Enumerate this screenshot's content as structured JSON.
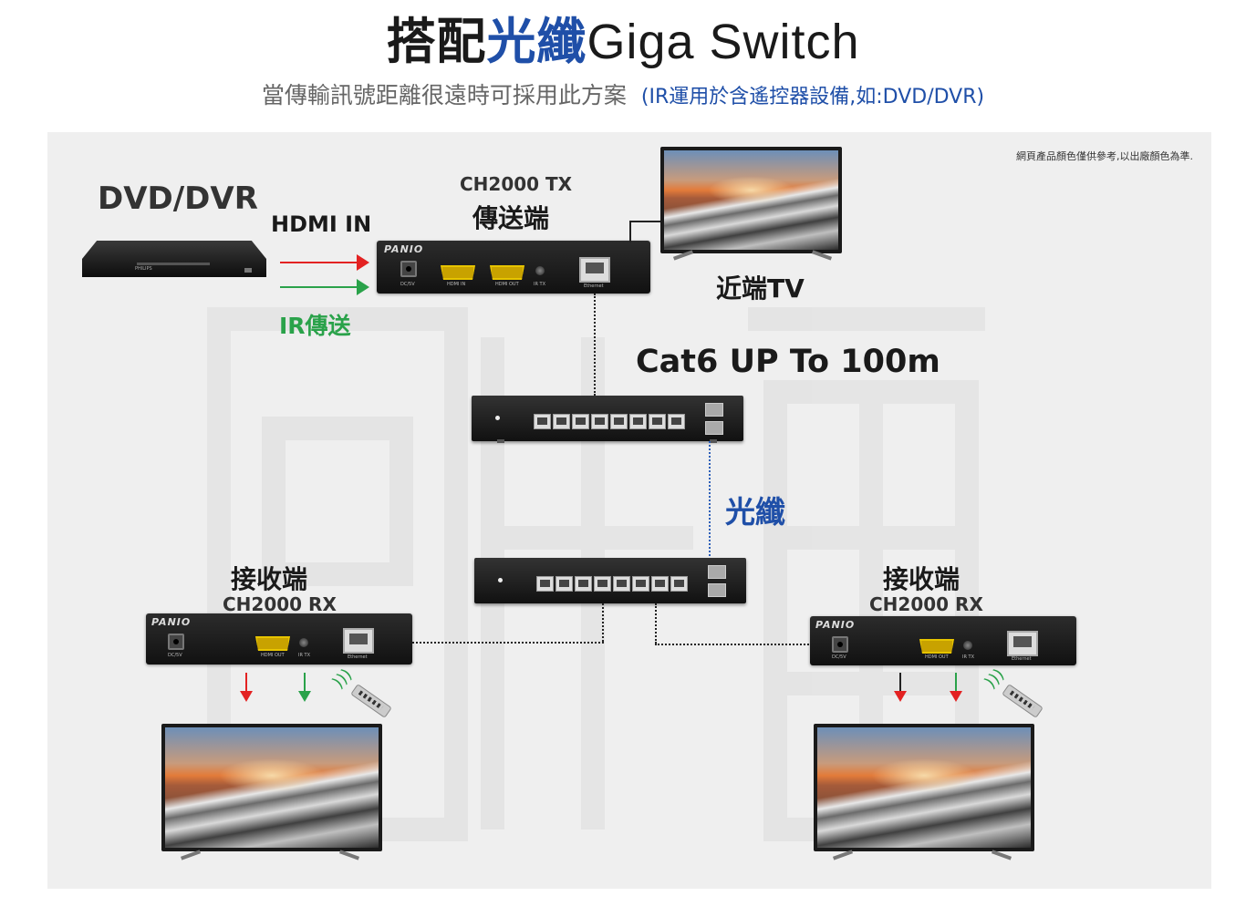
{
  "header": {
    "title_part1": "搭配",
    "title_part2": "光纖",
    "title_part3": "Giga Switch",
    "subtitle": "當傳輸訊號距離很遠時可採用此方案",
    "subtitle_note": "(IR運用於含遙控器設備,如:DVD/DVR)"
  },
  "disclaimer": "網頁產品顏色僅供參考,以出廠顏色為準.",
  "source": {
    "label": "DVD/DVR",
    "player_brand": "PHILIPS"
  },
  "signals": {
    "hdmi_in": "HDMI IN",
    "ir_send": "IR傳送"
  },
  "transmitter": {
    "model": "CH2000 TX",
    "role": "傳送端",
    "brand": "PANIO",
    "ports": [
      "DC/5V",
      "HDMI IN",
      "HDMI OUT",
      "IR TX",
      "Ethernet"
    ]
  },
  "near_tv": {
    "label": "近端TV"
  },
  "cable": {
    "label": "Cat6 UP To 100m"
  },
  "fiber": {
    "label": "光纖"
  },
  "receivers": [
    {
      "role": "接收端",
      "model": "CH2000 RX",
      "brand": "PANIO",
      "ports": [
        "DC/5V",
        "HDMI OUT",
        "IR TX",
        "Ethernet"
      ]
    },
    {
      "role": "接收端",
      "model": "CH2000 RX",
      "brand": "PANIO",
      "ports": [
        "DC/5V",
        "HDMI OUT",
        "IR TX",
        "Ethernet"
      ]
    }
  ],
  "colors": {
    "accent_blue": "#1f4fa8",
    "hdmi_arrow": "#e32222",
    "ir_arrow": "#2aa24a",
    "ir_label": "#2aa24a"
  }
}
